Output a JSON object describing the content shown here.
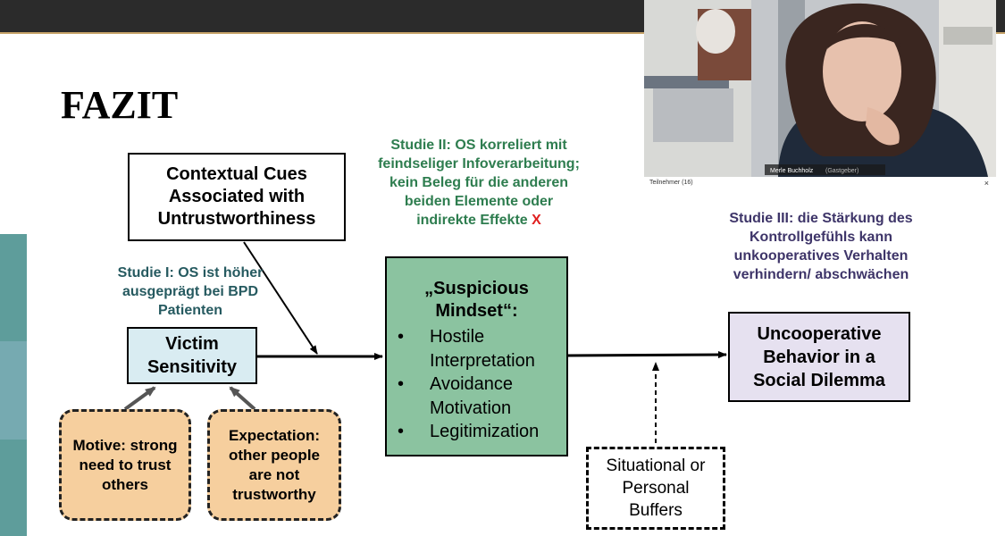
{
  "slide": {
    "title": "FAZIT",
    "contextual_cues": "Contextual Cues Associated with Untrustworthiness",
    "study1": "Studie I: OS ist höher ausgeprägt bei BPD Patienten",
    "study2": "Studie II: OS korreliert mit feindseliger Infoverarbeitung; kein Beleg für die anderen beiden Elemente oder indirekte Effekte",
    "study2_mark": "X",
    "study3": "Studie III: die Stärkung des Kontrollgefühls kann unkooperatives Verhalten verhindern/ abschwächen",
    "victim_sensitivity": "Victim Sensitivity",
    "motive": "Motive: strong need to trust others",
    "expectation": "Expectation: other people are not trustworthy",
    "mindset_title": "„Suspicious Mindset“:",
    "mindset_items": [
      "Hostile Interpretation",
      "Avoidance Motivation",
      "Legitimization"
    ],
    "uncooperative": "Uncooperative Behavior in a Social Dilemma",
    "buffers": "Situational or Personal Buffers"
  },
  "video": {
    "participant_name": "Merle Buchholz",
    "participant_role": "(Gastgeber)",
    "participants_label": "Teilnehmer (16)",
    "close_symbol": "×"
  },
  "colors": {
    "green_box": "#8bc3a0",
    "orange_box": "#f6cf9e",
    "blue_box": "#d9ecf2",
    "purple_box": "#e6e1f0",
    "green_text": "#2e7d4f",
    "purple_text": "#3e3569",
    "teal_text": "#265a60",
    "red_mark": "#e02020"
  }
}
